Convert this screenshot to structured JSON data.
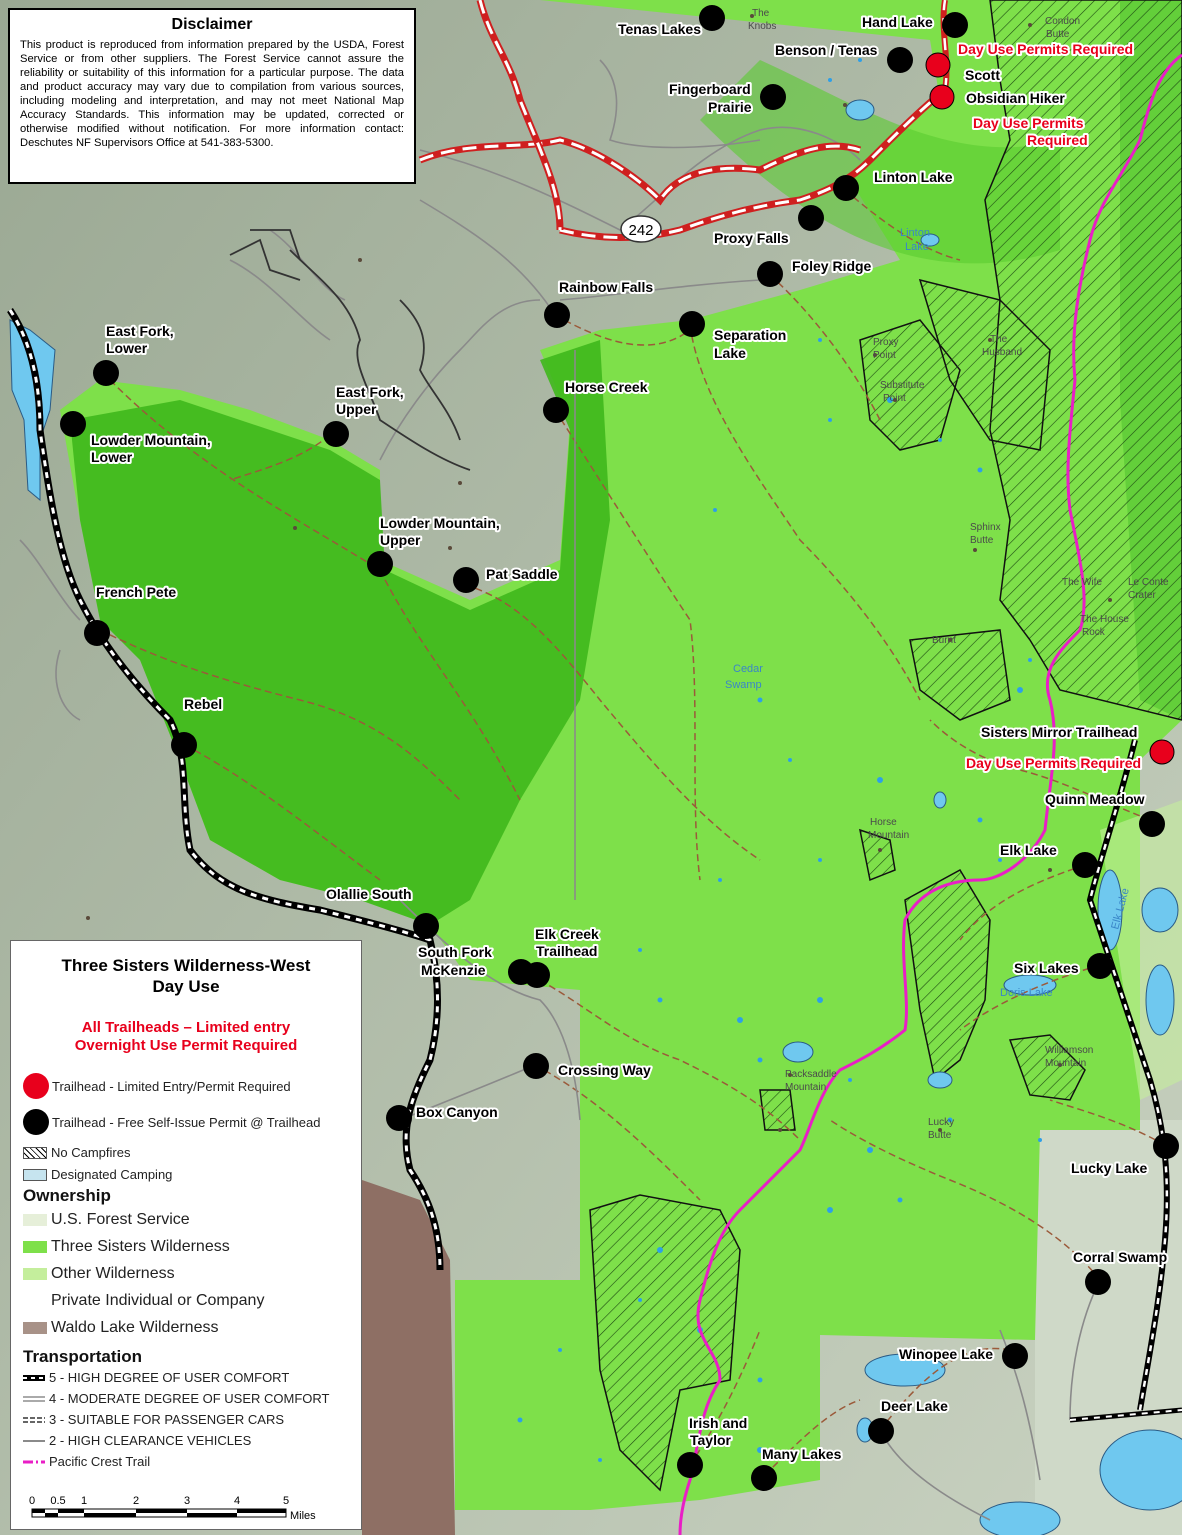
{
  "disclaimer": {
    "title": "Disclaimer",
    "text": "This product is reproduced from information prepared by the USDA, Forest Service or from other suppliers. The Forest Service cannot assure the reliability or suitability of this information for a particular purpose. The data and product accuracy may vary due to compilation from various sources, including modeling and interpretation, and may not meet National Map Accuracy Standards. This information may be updated, corrected or otherwise modified without notification. For more information contact: Deschutes NF Supervisors Office at 541-383-5300."
  },
  "legend": {
    "title_line1": "Three Sisters Wilderness-West",
    "title_line2": "Day Use",
    "note_line1": "All Trailheads – Limited entry",
    "note_line2": "Overnight Use Permit Required",
    "trailhead_limited": "Trailhead - Limited Entry/Permit  Required",
    "trailhead_free": "Trailhead - Free Self-Issue Permit @ Trailhead",
    "no_campfires": "No Campfires",
    "designated_camping": "Designated Camping",
    "ownership_title": "Ownership",
    "ownership": [
      {
        "label": "U.S. Forest Service",
        "color": "#e6efd9"
      },
      {
        "label": "Three Sisters Wilderness",
        "color": "#7ee04a"
      },
      {
        "label": "Other Wilderness",
        "color": "#c4ee9c"
      },
      {
        "label": "Private Individual or Company",
        "color": "#ffffff"
      },
      {
        "label": "Waldo Lake Wilderness",
        "color": "#a89288"
      }
    ],
    "transportation_title": "Transportation",
    "transportation": [
      "5 - HIGH DEGREE OF USER COMFORT",
      "4 - MODERATE DEGREE OF USER COMFORT",
      "3 - SUITABLE FOR PASSENGER CARS",
      "2 - HIGH CLEARANCE VEHICLES",
      "Pacific Crest Trail"
    ],
    "scale_ticks": [
      "0",
      "0.5",
      "1",
      "2",
      "3",
      "4",
      "5"
    ],
    "scale_unit": "Miles"
  },
  "colors": {
    "wilderness": "#7ee04a",
    "wilderness_dark": "#3fb81c",
    "forest_service": "#aebba7",
    "waldo": "#8e6f64",
    "pct": "#e91ec6",
    "permit_red": "#e8001c",
    "water": "#6fc8ef"
  },
  "highway": "242",
  "trailheads": {
    "tenas_lakes": "Tenas Lakes",
    "hand_lake": "Hand Lake",
    "benson_tenas": "Benson / Tenas",
    "day_use_permits_1": "Day Use Permits Required",
    "scott": "Scott",
    "obsidian_hiker": "Obsidian Hiker",
    "day_use_permits_2a": "Day Use Permits",
    "day_use_permits_2b": "Required",
    "fingerboard_1": "Fingerboard",
    "fingerboard_2": "Prairie",
    "linton_lake": "Linton Lake",
    "proxy_falls": "Proxy Falls",
    "foley_ridge": "Foley Ridge",
    "rainbow_falls": "Rainbow Falls",
    "separation_1": "Separation",
    "separation_2": "Lake",
    "east_fork_lower_1": "East Fork,",
    "east_fork_lower_2": "Lower",
    "horse_creek": "Horse Creek",
    "east_fork_upper_1": "East Fork,",
    "east_fork_upper_2": "Upper",
    "lowder_lower_1": "Lowder Mountain,",
    "lowder_lower_2": "Lower",
    "lowder_upper_1": "Lowder Mountain,",
    "lowder_upper_2": "Upper",
    "pat_saddle": "Pat Saddle",
    "french_pete": "French Pete",
    "rebel": "Rebel",
    "sisters_mirror": "Sisters Mirror Trailhead",
    "day_use_permits_3": "Day Use Permits Required",
    "quinn_meadow": "Quinn Meadow",
    "elk_lake": "Elk Lake",
    "olallie_south": "Olallie South",
    "south_fork_1": "South Fork",
    "south_fork_2": "McKenzie",
    "elk_creek_1": "Elk Creek",
    "elk_creek_2": "Trailhead",
    "six_lakes": "Six Lakes",
    "crossing_way": "Crossing Way",
    "box_canyon": "Box Canyon",
    "lucky_lake": "Lucky Lake",
    "corral_swamp": "Corral Swamp",
    "winopee_lake": "Winopee Lake",
    "deer_lake": "Deer Lake",
    "irish_taylor_1": "Irish and",
    "irish_taylor_2": "Taylor",
    "many_lakes": "Many Lakes"
  },
  "water_labels": {
    "linton_1": "Linton",
    "linton_2": "Lake",
    "cedar_1": "Cedar",
    "cedar_2": "Swamp",
    "doris": "Doris Lake",
    "elk": "Elk Lake"
  },
  "place_labels": {
    "knobs_1": "The",
    "knobs_2": "Knobs",
    "condon_1": "Condon",
    "condon_2": "Butte",
    "proxy_point_1": "Proxy",
    "proxy_point_2": "Point",
    "husband_1": "The",
    "husband_2": "Husband",
    "substitute_1": "Substitute",
    "substitute_2": "Point",
    "sphinx_1": "Sphinx",
    "sphinx_2": "Butte",
    "burnt": "Burnt",
    "horse_mountain_1": "Horse",
    "horse_mountain_2": "Mountain",
    "williamson_1": "Williamson",
    "williamson_2": "Mountain",
    "packsaddle_1": "Packsaddle",
    "packsaddle_2": "Mountain",
    "lucky_butte_1": "Lucky",
    "lucky_butte_2": "Butte",
    "le_conte_1": "Le Conte",
    "le_conte_2": "Crater",
    "the_wife": "The Wife",
    "house_rock_1": "The House",
    "house_rock_2": "Rock"
  }
}
